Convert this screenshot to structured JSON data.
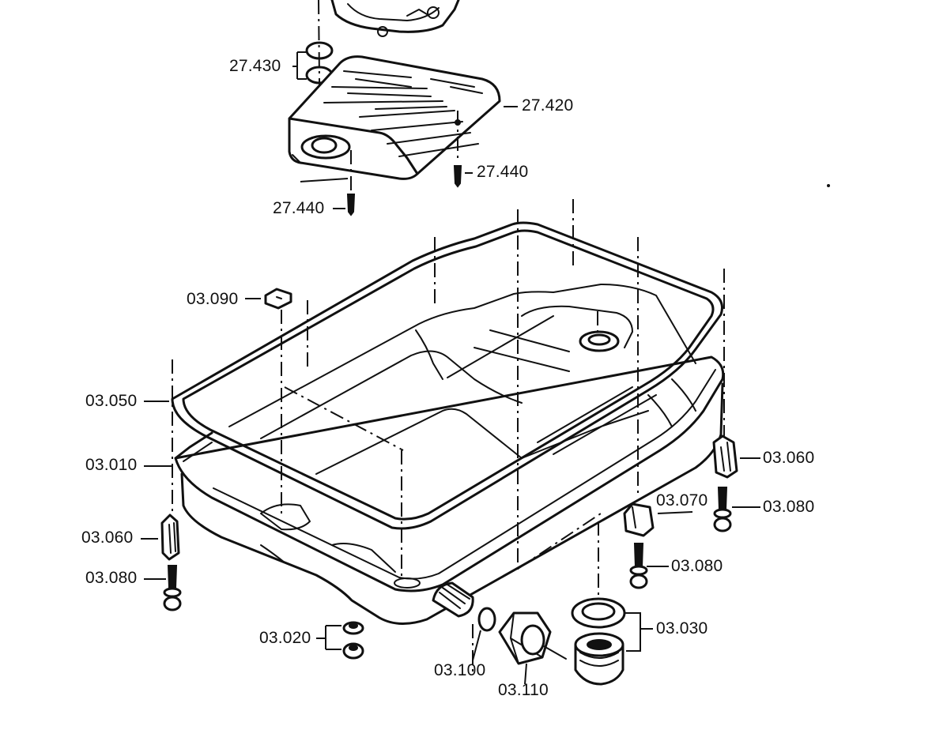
{
  "labels": {
    "p27_430": "27.430",
    "p27_420": "27.420",
    "p27_440_right": "27.440",
    "p27_440_left": "27.440",
    "p03_090": "03.090",
    "p03_050": "03.050",
    "p03_010": "03.010",
    "p03_060_left": "03.060",
    "p03_080_left": "03.080",
    "p03_020": "03.020",
    "p03_100": "03.100",
    "p03_110": "03.110",
    "p03_030": "03.030",
    "p03_080_mid": "03.080",
    "p03_070": "03.070",
    "p03_060_right": "03.060",
    "p03_080_right": "03.080"
  }
}
